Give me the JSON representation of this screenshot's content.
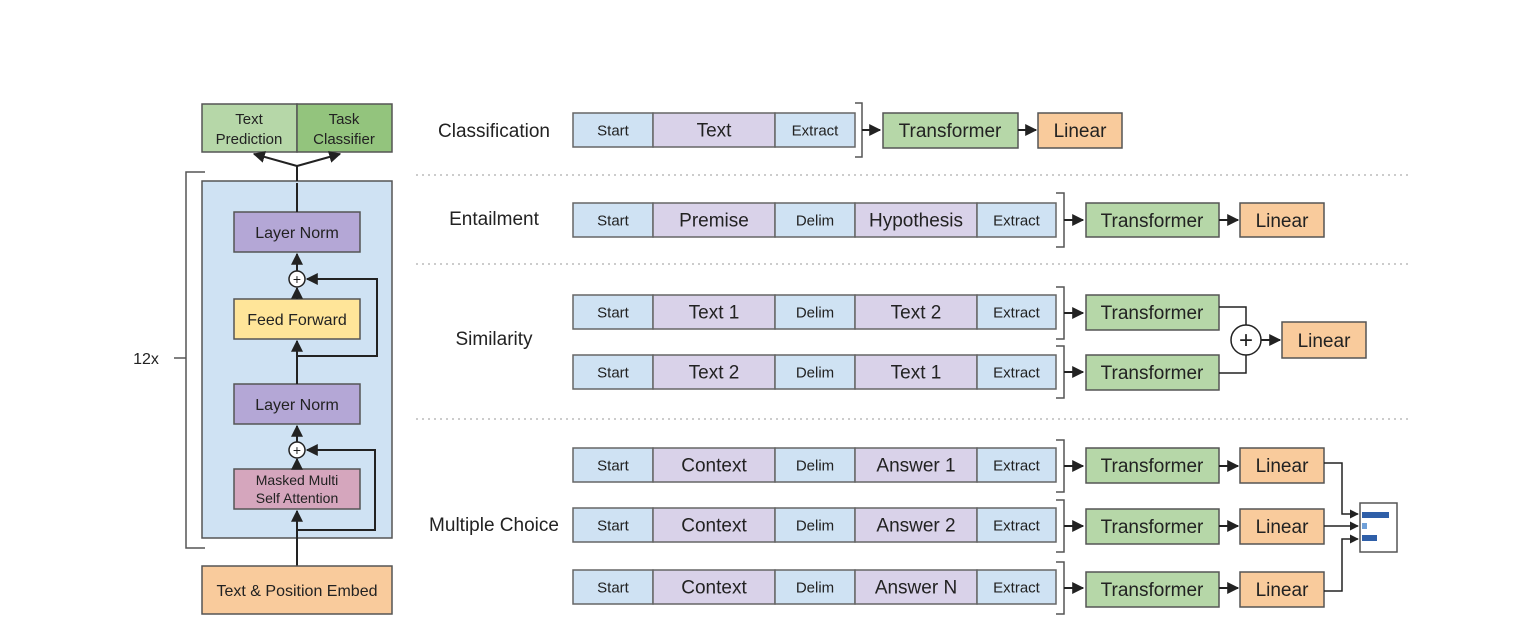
{
  "colors": {
    "token_blue": "#cfe2f3",
    "token_purple": "#d9d2e9",
    "transformer_green": "#b6d7a8",
    "linear_orange": "#f9cb9c",
    "layer_norm": "#b4a7d6",
    "feed_forward": "#ffe599",
    "attention": "#d5a6bd",
    "task_classifier": "#93c47d",
    "stroke": "#666666"
  },
  "architecture": {
    "repeat_label": "12x",
    "head_text_prediction": "Text Prediction",
    "head_task_classifier": "Task Classifier",
    "layer_norm_top": "Layer Norm",
    "feed_forward": "Feed Forward",
    "layer_norm_bottom": "Layer Norm",
    "masked_attention_line1": "Masked Multi",
    "masked_attention_line2": "Self Attention",
    "embedding": "Text & Position Embed",
    "residual_symbol": "+"
  },
  "tasks": {
    "classification": {
      "label": "Classification",
      "rows": [
        [
          "Start",
          "Text",
          "Extract"
        ]
      ],
      "transformer": "Transformer",
      "linear": "Linear"
    },
    "entailment": {
      "label": "Entailment",
      "rows": [
        [
          "Start",
          "Premise",
          "Delim",
          "Hypothesis",
          "Extract"
        ]
      ],
      "transformer": "Transformer",
      "linear": "Linear"
    },
    "similarity": {
      "label": "Similarity",
      "rows": [
        [
          "Start",
          "Text 1",
          "Delim",
          "Text 2",
          "Extract"
        ],
        [
          "Start",
          "Text 2",
          "Delim",
          "Text 1",
          "Extract"
        ]
      ],
      "transformer": "Transformer",
      "sum_symbol": "+",
      "linear": "Linear"
    },
    "multiple_choice": {
      "label": "Multiple Choice",
      "rows": [
        [
          "Start",
          "Context",
          "Delim",
          "Answer 1",
          "Extract"
        ],
        [
          "Start",
          "Context",
          "Delim",
          "Answer 2",
          "Extract"
        ],
        [
          "Start",
          "Context",
          "Delim",
          "Answer N",
          "Extract"
        ]
      ],
      "transformer": "Transformer",
      "linear": "Linear"
    }
  }
}
